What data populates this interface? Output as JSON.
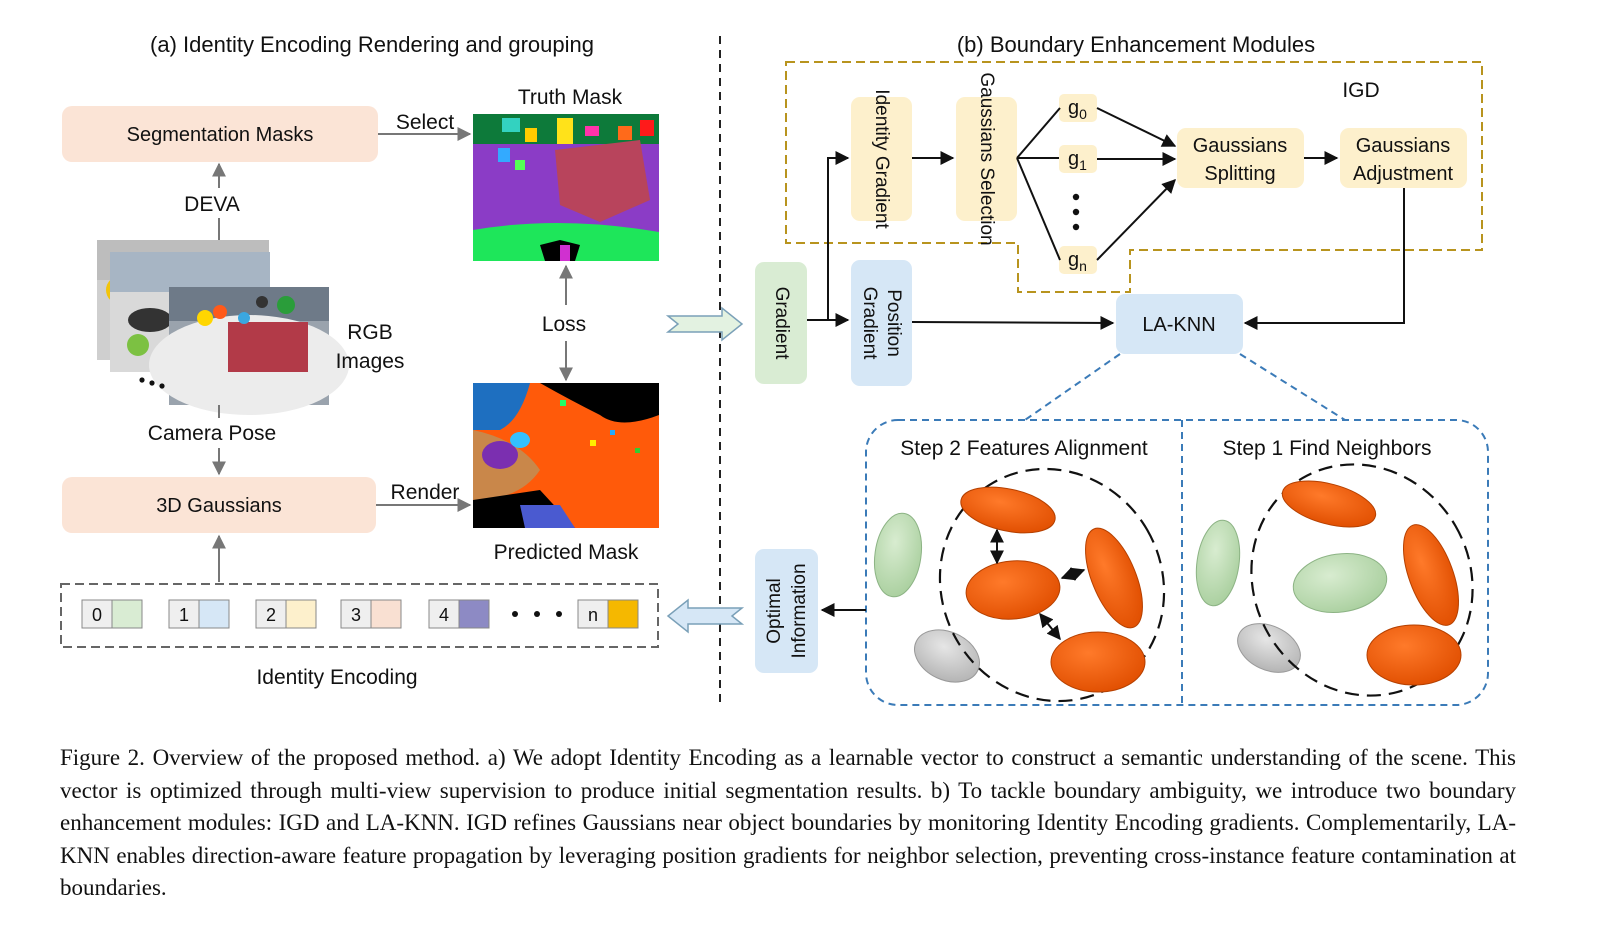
{
  "left_panel": {
    "title": "(a) Identity Encoding Rendering and grouping",
    "segmentation_masks": "Segmentation Masks",
    "select_label": "Select",
    "truth_mask_label": "Truth Mask",
    "deva_label": "DEVA",
    "rgb_label_line1": "RGB",
    "rgb_label_line2": "Images",
    "loss_label": "Loss",
    "camera_pose_label": "Camera Pose",
    "gaussians_3d": "3D Gaussians",
    "render_label": "Render",
    "predicted_mask_label": "Predicted Mask",
    "identity_encoding_label": "Identity Encoding",
    "encoding_cells": [
      {
        "label": "0",
        "color": "#d9ecd3"
      },
      {
        "label": "1",
        "color": "#d6e7f6"
      },
      {
        "label": "2",
        "color": "#fdf0cc"
      },
      {
        "label": "3",
        "color": "#f9e0d2"
      },
      {
        "label": "4",
        "color": "#8d8ac4"
      },
      {
        "label": "n",
        "color": "#f5b800"
      }
    ]
  },
  "right_panel": {
    "title": "(b) Boundary Enhancement Modules",
    "igd_label": "IGD",
    "identity_gradient": "Identity Gradient",
    "gaussians_selection": "Gaussians Selection",
    "g_labels": [
      "g",
      "g",
      "g"
    ],
    "g_subs": [
      "0",
      "1",
      "n"
    ],
    "gaussians_splitting_line1": "Gaussians",
    "gaussians_splitting_line2": "Splitting",
    "gaussians_adjustment_line1": "Gaussians",
    "gaussians_adjustment_line2": "Adjustment",
    "gradient": "Gradient",
    "position_gradient_line1": "Position",
    "position_gradient_line2": "Gradient",
    "la_knn": "LA-KNN",
    "step2": "Step 2 Features Alignment",
    "step1": "Step 1 Find Neighbors",
    "optimal_line1": "Optimal",
    "optimal_line2": "Information"
  },
  "caption": "Figure 2. Overview of the proposed method. a) We adopt Identity Encoding as a learnable vector to construct a semantic understanding of the scene. This vector is optimized through multi-view supervision to produce initial segmentation results. b) To tackle boundary ambiguity, we introduce two boundary enhancement modules: IGD and LA-KNN. IGD refines Gaussians near object boundaries by monitoring Identity Encoding gradients. Complementarily, LA-KNN enables direction-aware feature propagation by leveraging position gradients for neighbor selection, preventing cross-instance feature contamination at boundaries."
}
